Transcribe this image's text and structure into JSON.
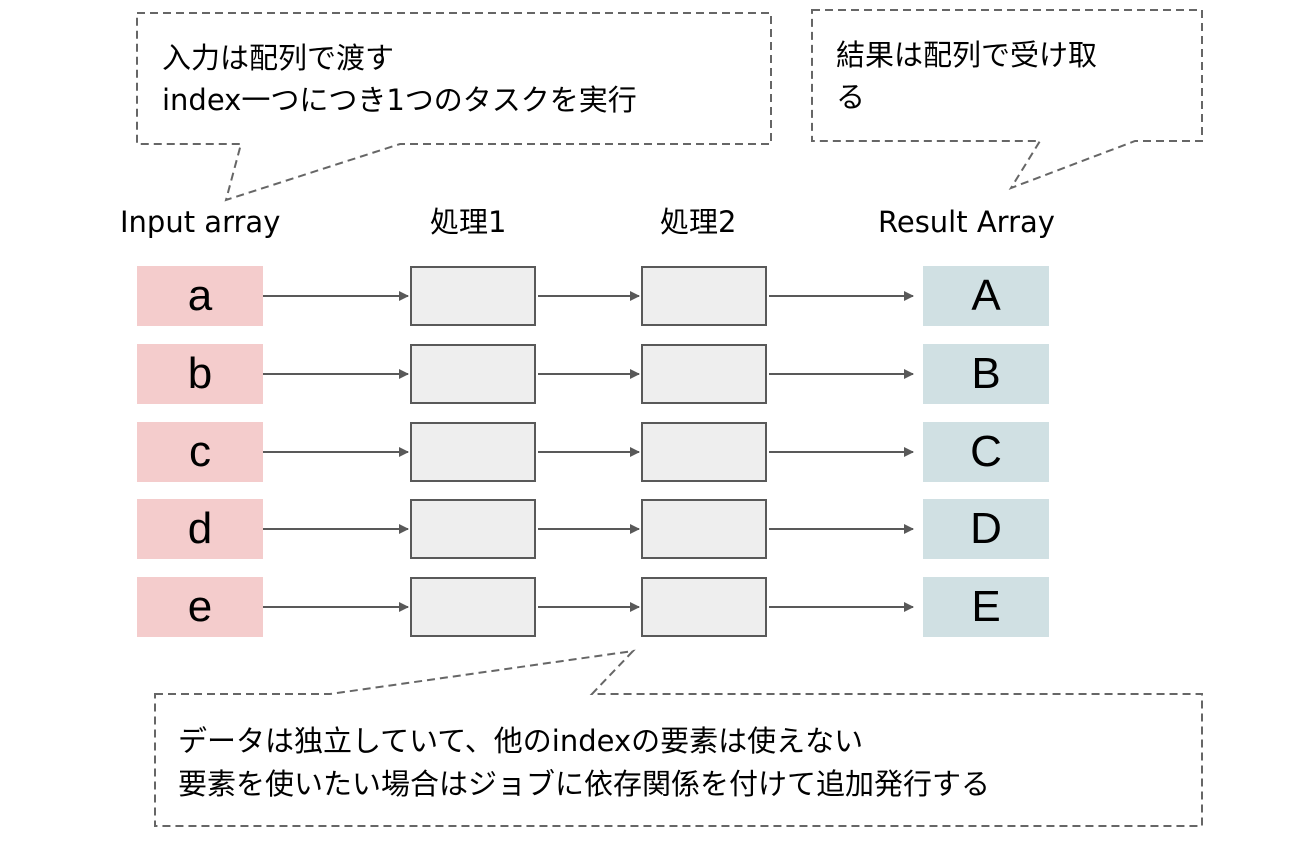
{
  "callouts": {
    "input": {
      "line1": "入力は配列で渡す",
      "line2": "index一つにつき1つのタスクを実行"
    },
    "result": {
      "line1": "結果は配列で受け取",
      "line2": "る"
    },
    "note": {
      "line1": "データは独立していて、他のindexの要素は使えない",
      "line2": "要素を使いたい場合はジョブに依存関係を付けて追加発行する"
    }
  },
  "headers": {
    "input": "Input array",
    "process1": "処理1",
    "process2": "処理2",
    "result": "Result Array"
  },
  "rows": [
    {
      "input": "a",
      "result": "A"
    },
    {
      "input": "b",
      "result": "B"
    },
    {
      "input": "c",
      "result": "C"
    },
    {
      "input": "d",
      "result": "D"
    },
    {
      "input": "e",
      "result": "E"
    }
  ],
  "colors": {
    "input_fill": "#f4cccc",
    "result_fill": "#d0e0e3",
    "process_fill": "#eeeeee",
    "line": "#595959"
  }
}
